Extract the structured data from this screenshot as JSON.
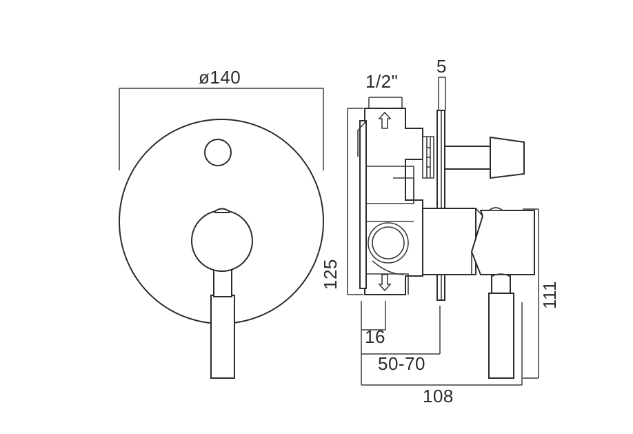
{
  "drawing": {
    "type": "technical-drawing",
    "subject": "concealed shower mixer valve with diverter",
    "units": "mm",
    "line_color": "#2b2b2b",
    "background_color": "#ffffff",
    "views": {
      "front": {
        "name": "front-elevation",
        "plate_shape": "circle",
        "plate_diameter_mm": 140,
        "features": [
          "round-backplate",
          "diverter-button",
          "lever-handle"
        ]
      },
      "side": {
        "name": "side-section",
        "features": [
          "valve-body",
          "wall-plate",
          "diverter-knob",
          "lever-handle",
          "inlet-arrow",
          "outlet-arrow",
          "outlet-port"
        ]
      }
    }
  },
  "dimensions": {
    "plate_diameter": {
      "label": "ø140",
      "value": 140,
      "orientation": "horizontal",
      "view": "front"
    },
    "body_height": {
      "label": "125",
      "value": 125,
      "orientation": "vertical",
      "view": "side"
    },
    "inlet_thread": {
      "label": "1/2\"",
      "value": "1/2",
      "orientation": "horizontal",
      "view": "side"
    },
    "plate_thickness": {
      "label": "5",
      "value": 5,
      "orientation": "horizontal",
      "view": "side"
    },
    "handle_drop": {
      "label": "111",
      "value": 111,
      "orientation": "vertical",
      "view": "side"
    },
    "body_depth_rear": {
      "label": "16",
      "value": 16,
      "orientation": "horizontal",
      "view": "side"
    },
    "recess_depth_range": {
      "label": "50-70",
      "value": "50-70",
      "orientation": "horizontal",
      "view": "side"
    },
    "total_projection": {
      "label": "108",
      "value": 108,
      "orientation": "horizontal",
      "view": "side"
    }
  },
  "annotations": {
    "inlet_arrow": {
      "name": "inlet-flow-arrow",
      "direction": "up"
    },
    "outlet_arrow": {
      "name": "outlet-flow-arrow",
      "direction": "down"
    }
  }
}
